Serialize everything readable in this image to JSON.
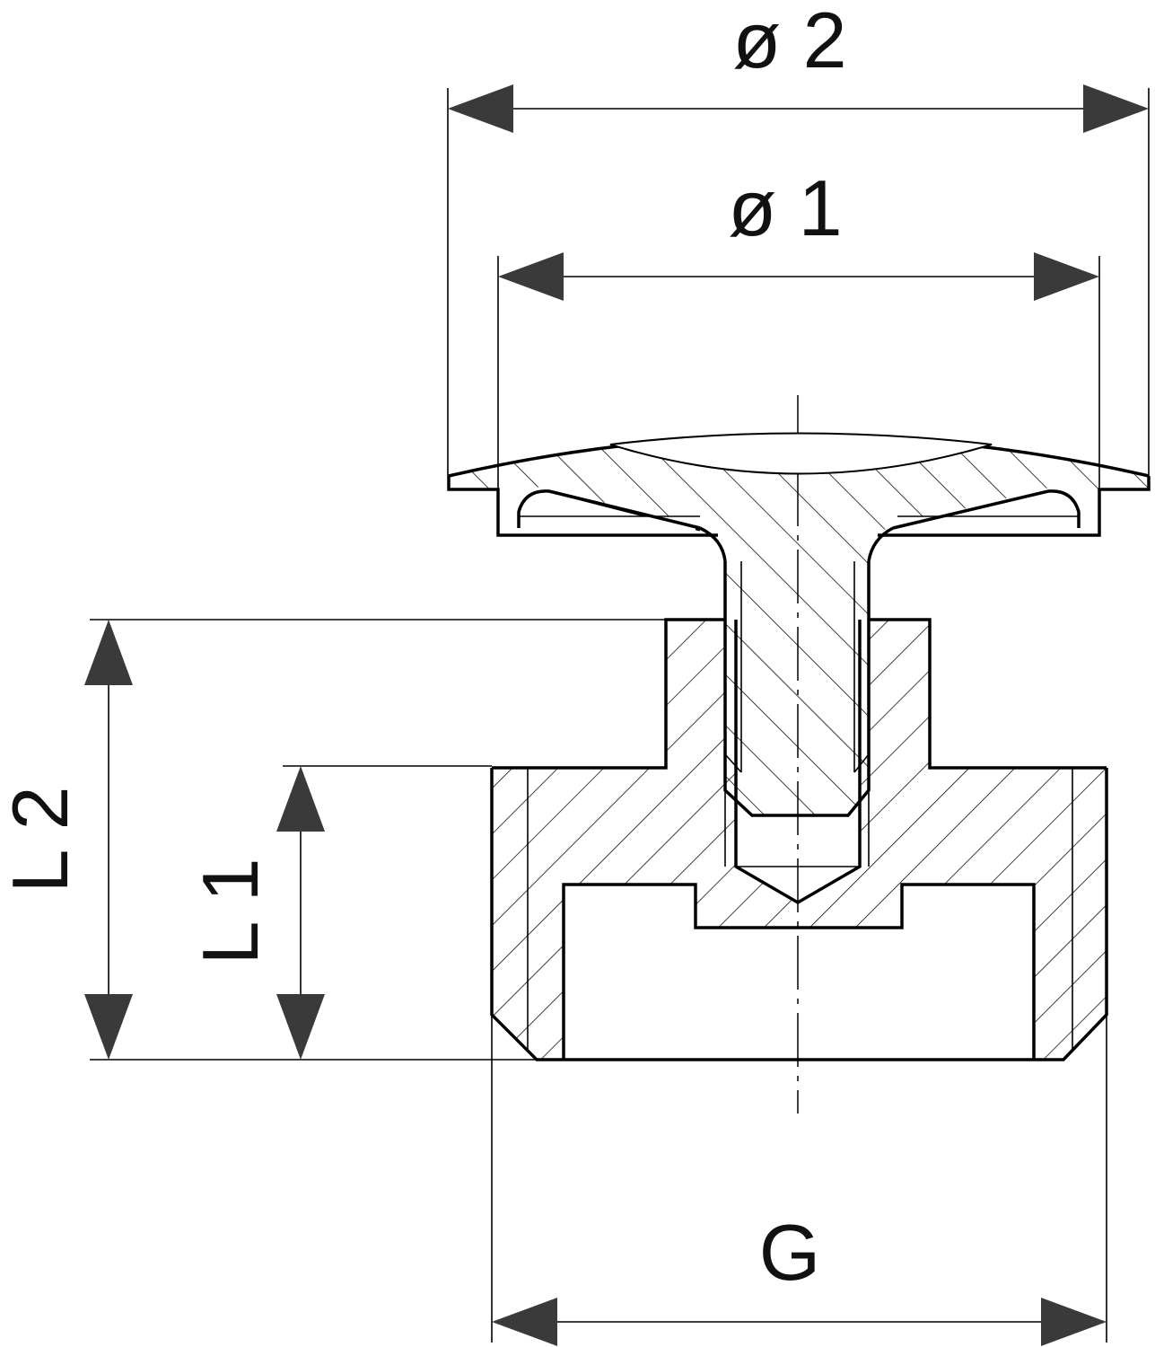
{
  "drawing": {
    "type": "technical-section-drawing",
    "dimensions": [
      {
        "id": "d2",
        "label": "ø 2"
      },
      {
        "id": "d1",
        "label": "ø 1"
      },
      {
        "id": "L2",
        "label": "L 2"
      },
      {
        "id": "L1",
        "label": "L 1"
      },
      {
        "id": "G",
        "label": "G"
      }
    ]
  }
}
